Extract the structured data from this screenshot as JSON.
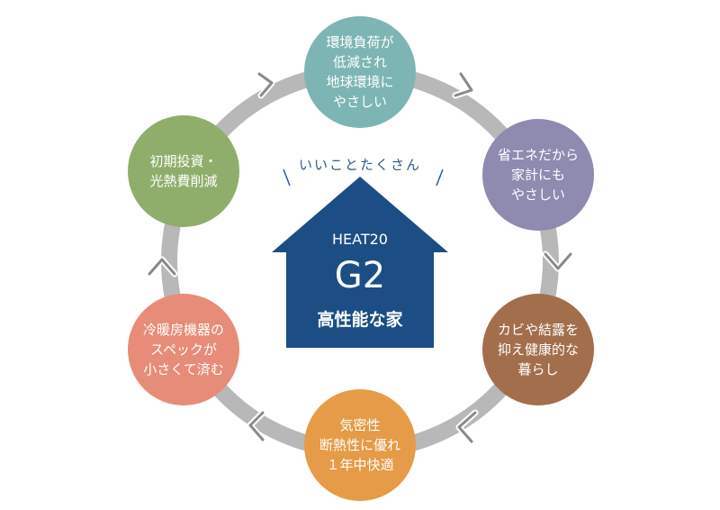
{
  "center": {
    "tagline": "いいことたくさん",
    "brand": "HEAT20",
    "grade": "G2",
    "subtitle": "高性能な家"
  },
  "benefits": [
    {
      "label": "環境負荷が\n低減され\n地球環境に\nやさしい",
      "color": "#7db5b4"
    },
    {
      "label": "省エネだから\n家計にも\nやさしい",
      "color": "#8e8ab0"
    },
    {
      "label": "カビや結露を\n抑え健康的な\n暮らし",
      "color": "#a26e4c"
    },
    {
      "label": "気密性\n断熱性に優れ\n１年中快適",
      "color": "#e59b47"
    },
    {
      "label": "冷暖房機器の\nスペックが\n小さくて済む",
      "color": "#e78c79"
    },
    {
      "label": "初期投資・\n光熱費削減",
      "color": "#8fae6b"
    }
  ],
  "colors": {
    "house": "#1c4d84",
    "ring": "#b8b8b8"
  }
}
